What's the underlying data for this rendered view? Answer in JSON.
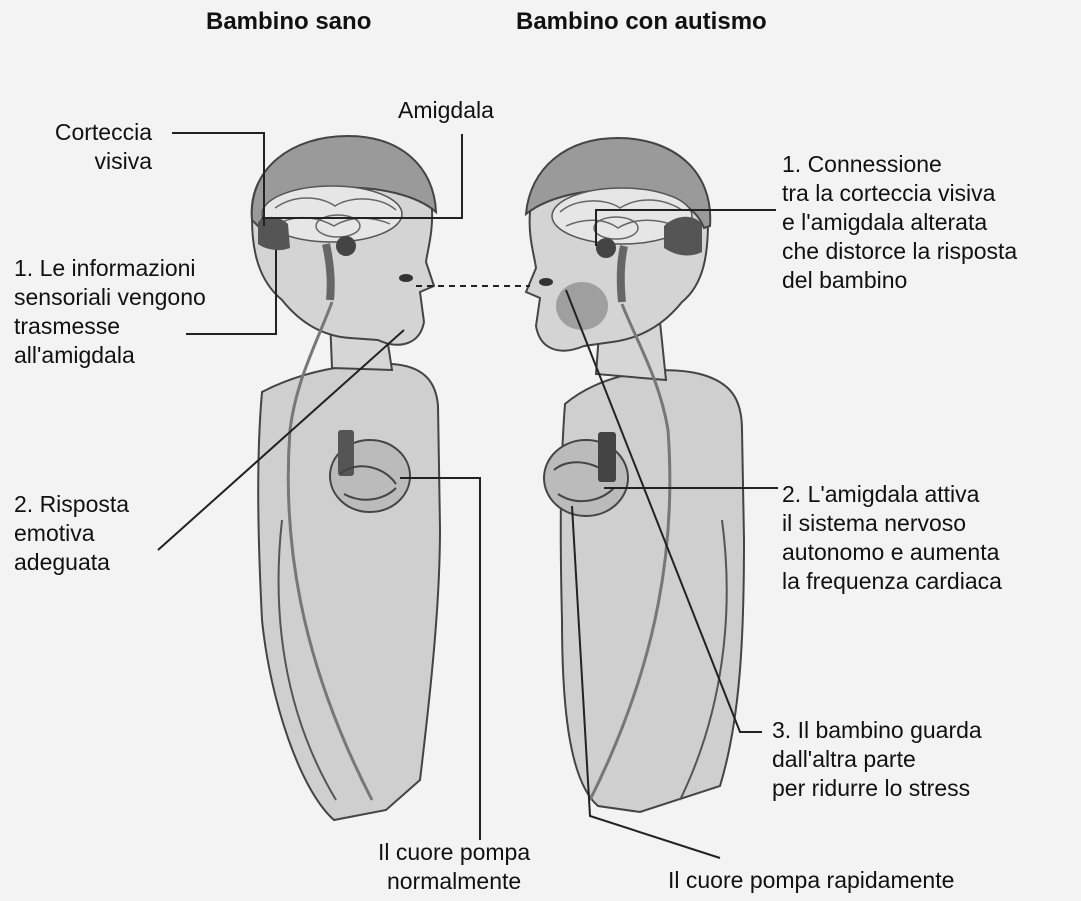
{
  "headings": {
    "healthy": "Bambino sano",
    "autism": "Bambino con autismo"
  },
  "labels": {
    "visual_cortex": "Corteccia\nvisiva",
    "amygdala": "Amigdala",
    "healthy_step1": "1. Le informazioni\nsensoriali vengono\ntrasmesse\nall'amigdala",
    "healthy_step2": "2. Risposta\nemotiva\nadeguata",
    "healthy_heart": "Il cuore pompa\nnormalmente",
    "autism_step1": "1. Connessione\ntra la corteccia visiva\ne l'amigdala alterata\nche distorce la risposta\ndel bambino",
    "autism_step2": "2. L'amigdala attiva\nil sistema nervoso\nautonomo e aumenta\nla frequenza cardiaca",
    "autism_step3": "3. Il bambino guarda\ndall'altra parte\nper ridurre lo stress",
    "autism_heart": "Il cuore pompa rapidamente"
  }
}
